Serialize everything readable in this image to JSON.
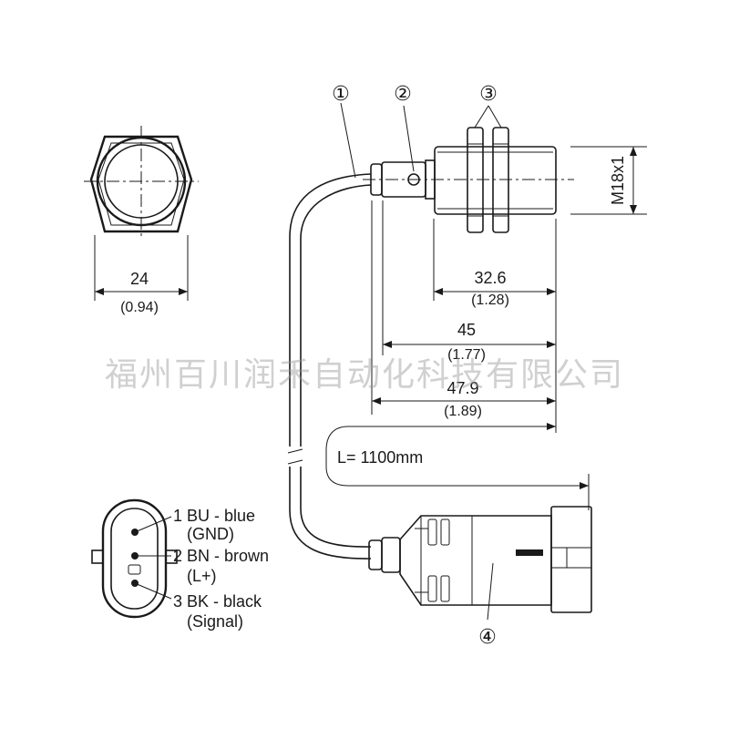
{
  "callouts": {
    "c1": "①",
    "c2": "②",
    "c3": "③",
    "c4": "④"
  },
  "dimensions": {
    "hex_across_flats": {
      "mm": "24",
      "inch": "(0.94)"
    },
    "housing_length": {
      "mm": "32.6",
      "inch": "(1.28)"
    },
    "sensor_length": {
      "mm": "45",
      "inch": "(1.77)"
    },
    "overall_length": {
      "mm": "47.9",
      "inch": "(1.89)"
    },
    "thread": "M18x1",
    "cable_length": "L= 1100mm"
  },
  "pins": [
    {
      "id": "1",
      "label": "BU - blue",
      "function": "(GND)"
    },
    {
      "id": "2",
      "label": "BN - brown",
      "function": "(L+)"
    },
    {
      "id": "3",
      "label": "BK - black",
      "function": "(Signal)"
    }
  ],
  "watermark": "福州百川润禾自动化科技有限公司"
}
